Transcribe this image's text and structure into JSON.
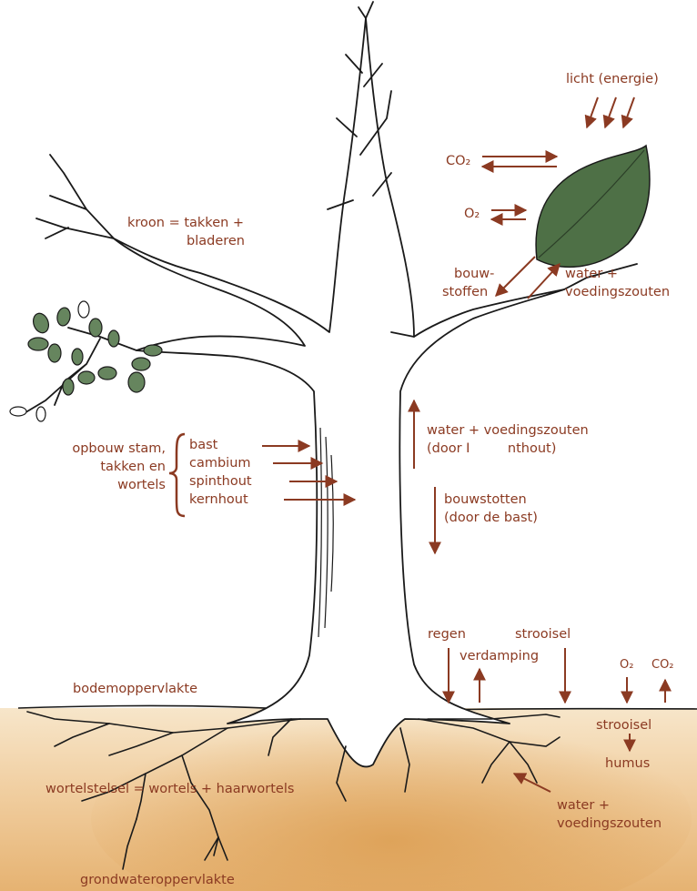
{
  "colors": {
    "label": "#8b3a22",
    "arrow": "#8b3a22",
    "leaf": "#4e7046",
    "soil": "#e2a860",
    "outline": "#1a1a1a"
  },
  "labels": {
    "licht": "licht (energie)",
    "co2": "CO₂",
    "o2": "O₂",
    "kroon_1": "kroon = takken +",
    "kroon_2": "bladeren",
    "bouwstoffen_leaf_1": "bouw-",
    "bouwstoffen_leaf_2": "stoffen",
    "water_leaf_1": "water +",
    "water_leaf_2": "voedingszouten",
    "opbouw_1": "opbouw stam,",
    "opbouw_2": "takken en",
    "opbouw_3": "wortels",
    "bast": "bast",
    "cambium": "cambium",
    "spinthout": "spinthout",
    "kernhout": "kernhout",
    "water_trunk_1": "water + voedingszouten",
    "water_trunk_2": "(door I         nthout)",
    "bouwstoffen_trunk_1": "bouwstotten",
    "bouwstoffen_trunk_2": "(door de bast)",
    "regen": "regen",
    "strooisel_top": "strooisel",
    "verdamping": "verdamping",
    "o2_soil": "O₂",
    "co2_soil": "CO₂",
    "bodem": "bodemoppervlakte",
    "strooisel_soil": "strooisel",
    "humus": "humus",
    "wortelstelsel": "wortelstelsel = wortels + haarwortels",
    "water_root_1": "water +",
    "water_root_2": "voedingszouten",
    "grondwater": "grondwateroppervlakte"
  }
}
